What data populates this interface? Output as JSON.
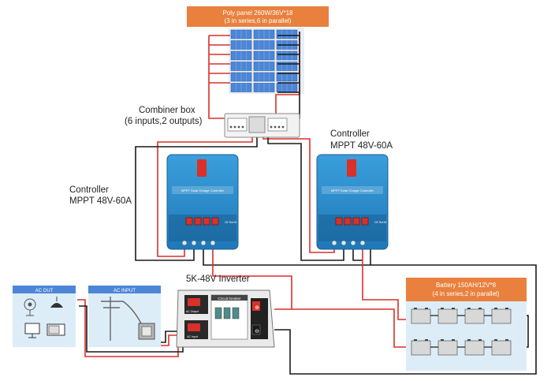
{
  "panel": {
    "line1": "Poly panel 260W/36V*18",
    "line2": "(3 in series,6 in parallel)"
  },
  "combiner": {
    "line1": "Combiner box",
    "line2": "(6 inputs,2 outputs)"
  },
  "controller_left": {
    "line1": "Controller",
    "line2": "MPPT 48V-60A"
  },
  "controller_right": {
    "line1": "Controller",
    "line2": "MPPT 48V-60A"
  },
  "controller_face": {
    "title": "MPPT Solar Charge Controller",
    "ce": "CE RoHS"
  },
  "inverter": {
    "label": "5K-48V Inverter",
    "breaker": "Circuit breaker",
    "ac_output": "AC Output",
    "ac_input": "AC Input"
  },
  "battery": {
    "line1": "Battery 150AH/12V*8",
    "line2": "(4 in series,2 in parallel)"
  },
  "ac_out": {
    "label": "AC OUT"
  },
  "ac_input": {
    "label": "AC INPUT"
  },
  "colors": {
    "wire_red": "#d9302a",
    "wire_black": "#1a1a1a",
    "controller_blue": "#2f8fd0",
    "header_orange": "#e9803e",
    "panel_blue": "#4d86d6",
    "bg_blue": "#dcedf8"
  }
}
